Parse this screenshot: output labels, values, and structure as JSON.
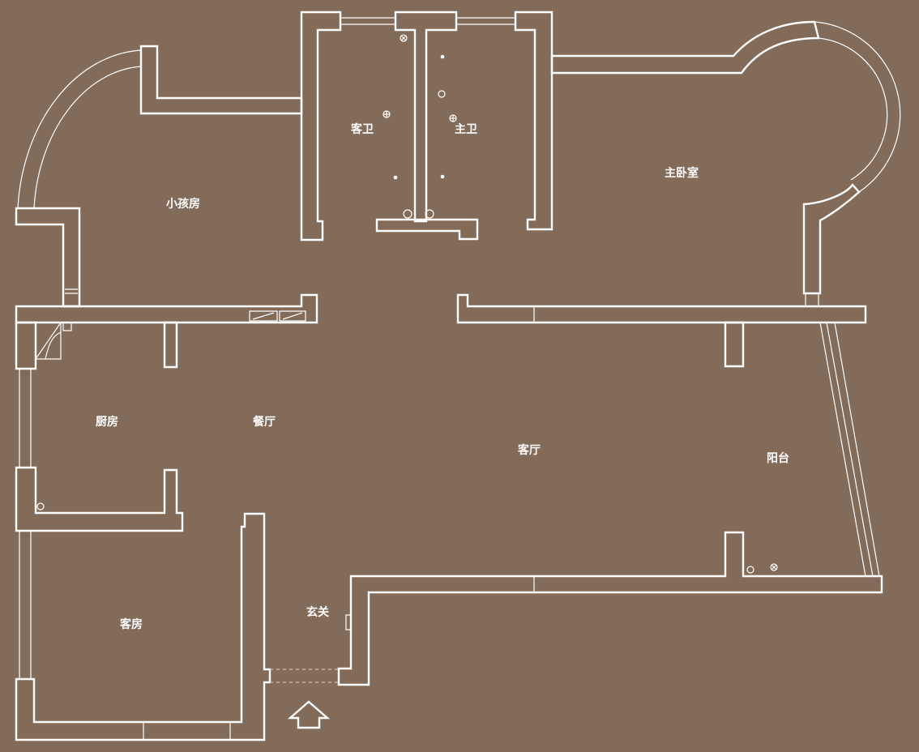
{
  "plan": {
    "background": "#836b59",
    "line_color": "#ffffff",
    "rooms": {
      "kids_room": "小孩房",
      "guest_bath": "客卫",
      "master_bath": "主卫",
      "master_bedroom": "主卧室",
      "kitchen": "厨房",
      "dining": "餐厅",
      "living": "客厅",
      "balcony": "阳台",
      "guest_room": "客房",
      "entrance": "玄关"
    },
    "entrance_icon": "up-arrow-icon"
  }
}
